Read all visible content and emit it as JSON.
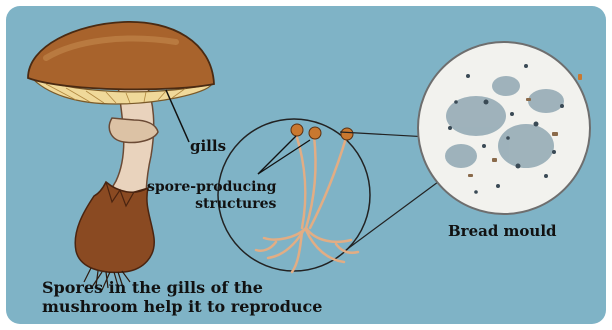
{
  "labels": {
    "gills": "gills",
    "spore_line1": "spore-producing",
    "spore_line2": "structures",
    "bread_mould": "Bread mould",
    "caption_line1": "Spores in the gills of the",
    "caption_line2": "mushroom help it to reproduce"
  },
  "colors": {
    "background": "#7fb3c6",
    "mushroom_cap": "#a8632c",
    "mushroom_gills": "#f0d99a",
    "stem": "#e9d3bd",
    "volva": "#8a4a22",
    "mould_hypha": "#e2ad84",
    "sporangium": "#c9782f",
    "bread": "#f2f2ee",
    "mould_spots": "#5b7f92"
  }
}
